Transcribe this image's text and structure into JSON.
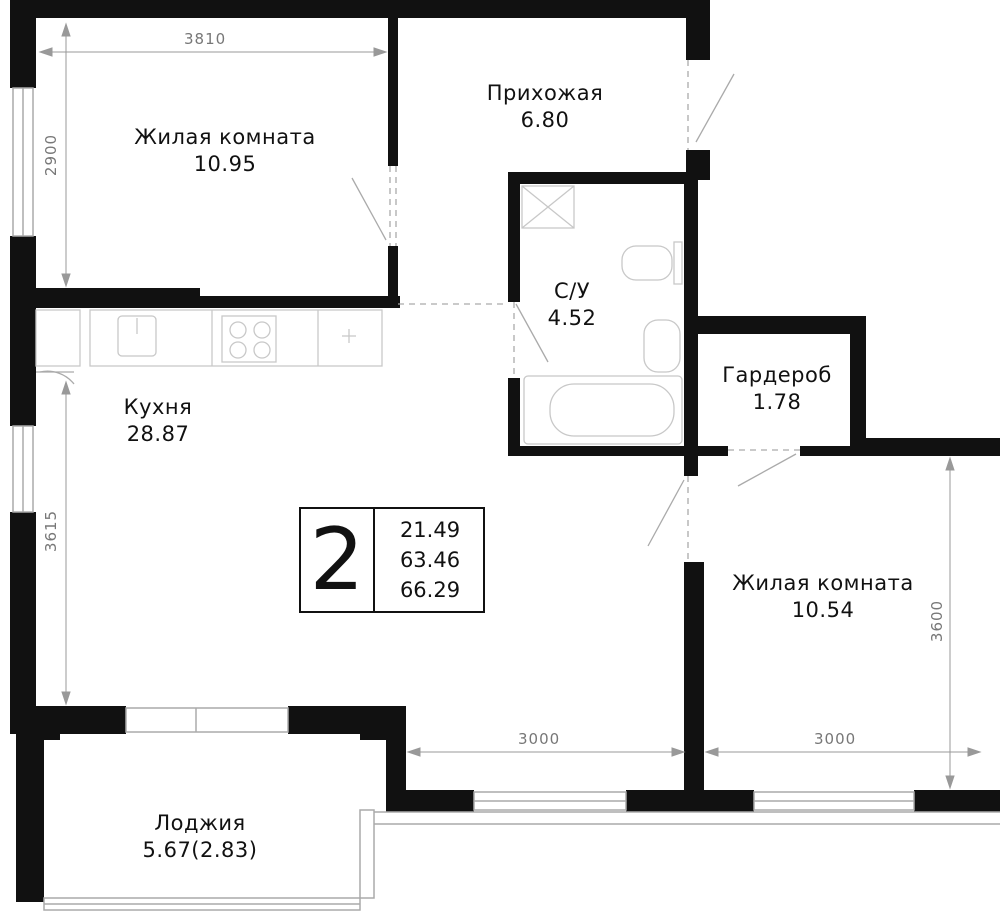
{
  "rooms": {
    "living1": {
      "name": "Жилая комната",
      "area": "10.95"
    },
    "hall": {
      "name": "Прихожая",
      "area": "6.80"
    },
    "bath": {
      "name": "С/У",
      "area": "4.52"
    },
    "kitchen": {
      "name": "Кухня",
      "area": "28.87"
    },
    "wardrobe": {
      "name": "Гардероб",
      "area": "1.78"
    },
    "living2": {
      "name": "Жилая комната",
      "area": "10.54"
    },
    "loggia": {
      "name": "Лоджия",
      "area": "5.67(2.83)"
    }
  },
  "dimensions": {
    "living1_width": "3810",
    "living1_depth": "2900",
    "kitchen_depth": "3615",
    "kitchen_width": "3000",
    "living2_width": "3000",
    "living2_depth": "3600"
  },
  "summary": {
    "room_count": "2",
    "living_area": "21.49",
    "total_area": "63.46",
    "area_with_loggia": "66.29"
  },
  "colors": {
    "wall": "#111111",
    "line": "#bbbbbb",
    "dimension": "#777777"
  }
}
